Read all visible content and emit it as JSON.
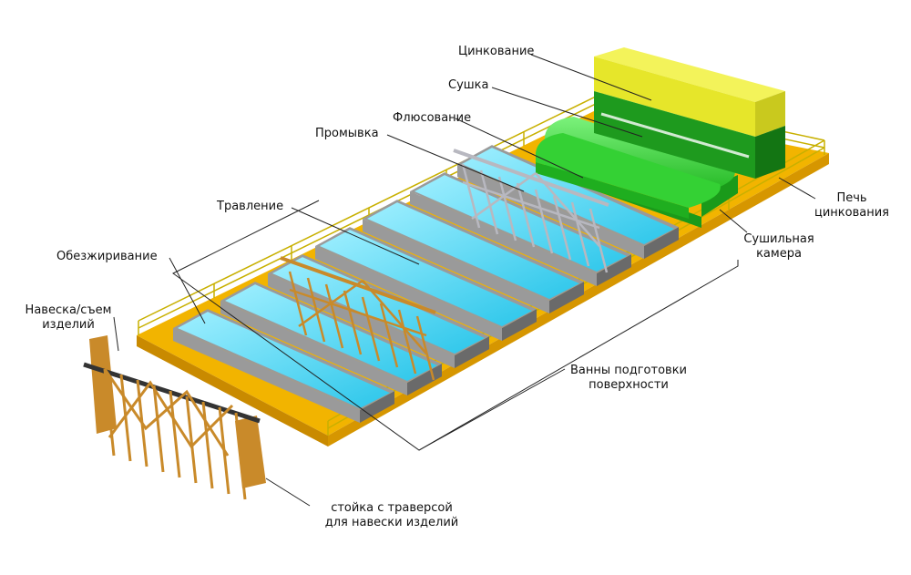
{
  "labels": {
    "galvanizing": "Цинкование",
    "drying": "Сушка",
    "fluxing": "Флюсование",
    "rinsing": "Промывка",
    "pickling": "Травление",
    "degreasing": "Обезжиривание",
    "hanging_l1": "Навеска/съем",
    "hanging_l2": "изделий",
    "furnace_l1": "Печь",
    "furnace_l2": "цинкования",
    "dryer_l1": "Сушильная",
    "dryer_l2": "камера",
    "baths_l1": "Ванны подготовки",
    "baths_l2": "поверхности",
    "stand_l1": "стойка с траверсой",
    "stand_l2": "для навески изделий"
  },
  "colors": {
    "platform": "#f2b400",
    "platform_dark": "#c98a00",
    "railing": "#c8b000",
    "water": "#3fd0ee",
    "water_light": "#9fefff",
    "tank": "#9a9a9a",
    "tank_dark": "#6a6a6a",
    "dryer": "#2ecc2e",
    "dryer_dark": "#1a9a1a",
    "furnace_top": "#e6e62a",
    "furnace_green": "#1e9a1e",
    "wood": "#c98a2a",
    "steel": "#b8b8c0"
  }
}
